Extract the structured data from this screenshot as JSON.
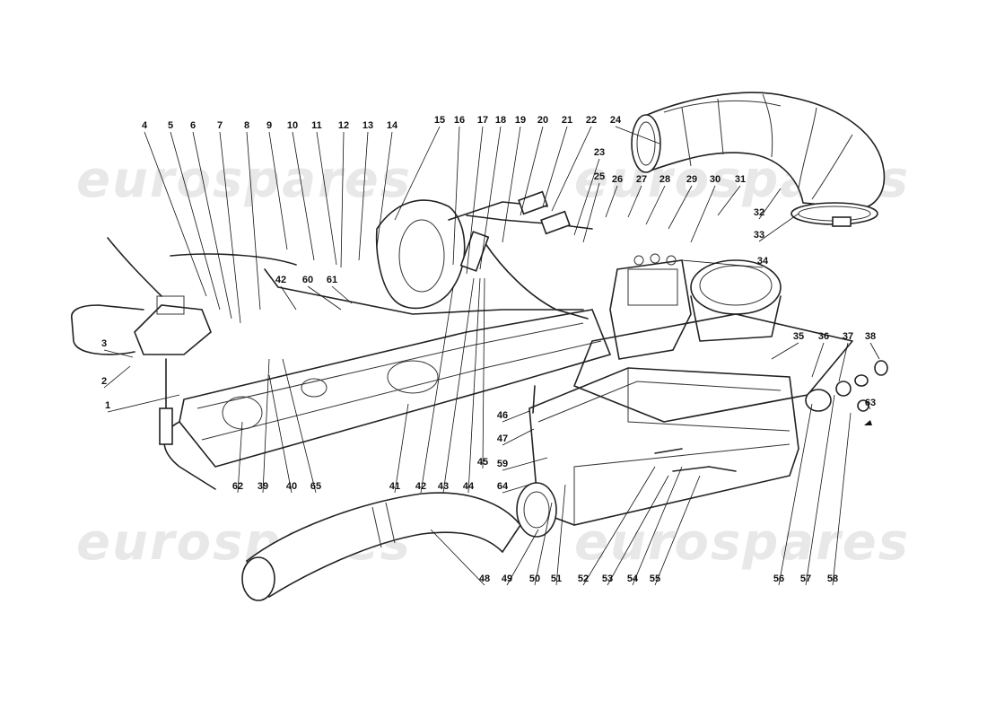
{
  "watermark": "eurospares",
  "part_labels": [
    "1",
    "2",
    "3",
    "4",
    "5",
    "6",
    "7",
    "8",
    "9",
    "10",
    "11",
    "12",
    "13",
    "14",
    "15",
    "16",
    "17",
    "18",
    "19",
    "20",
    "21",
    "22",
    "23",
    "24",
    "25",
    "26",
    "27",
    "28",
    "29",
    "30",
    "31",
    "32",
    "33",
    "34",
    "35",
    "36",
    "37",
    "38",
    "39",
    "40",
    "41",
    "42",
    "42",
    "43",
    "44",
    "45",
    "46",
    "47",
    "48",
    "49",
    "50",
    "51",
    "52",
    "53",
    "54",
    "55",
    "56",
    "57",
    "58",
    "59",
    "60",
    "61",
    "62",
    "63",
    "64",
    "65"
  ]
}
